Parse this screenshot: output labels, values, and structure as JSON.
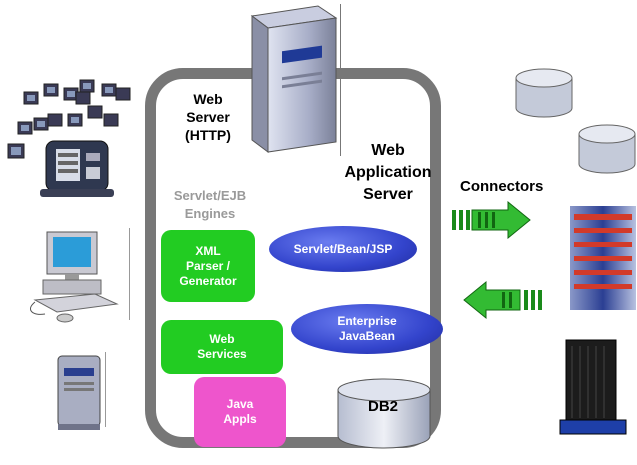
{
  "labels": {
    "web_server": "Web\nServer\n(HTTP)",
    "app_server": "Web\nApplication\nServer",
    "engines": "Servlet/EJB\nEngines",
    "connectors": "Connectors",
    "xml": "XML\nParser /\nGenerator",
    "web_services": "Web\nServices",
    "java_appls": "Java\nAppls",
    "servlet": "Servlet/Bean/JSP",
    "ejb": "Enterprise\nJavaBean",
    "db2": "DB2"
  },
  "colors": {
    "frame": "#777777",
    "green": "#22cc22",
    "pink": "#ee55cc",
    "blue": "#3344cc",
    "arrow": "#22aa22"
  }
}
